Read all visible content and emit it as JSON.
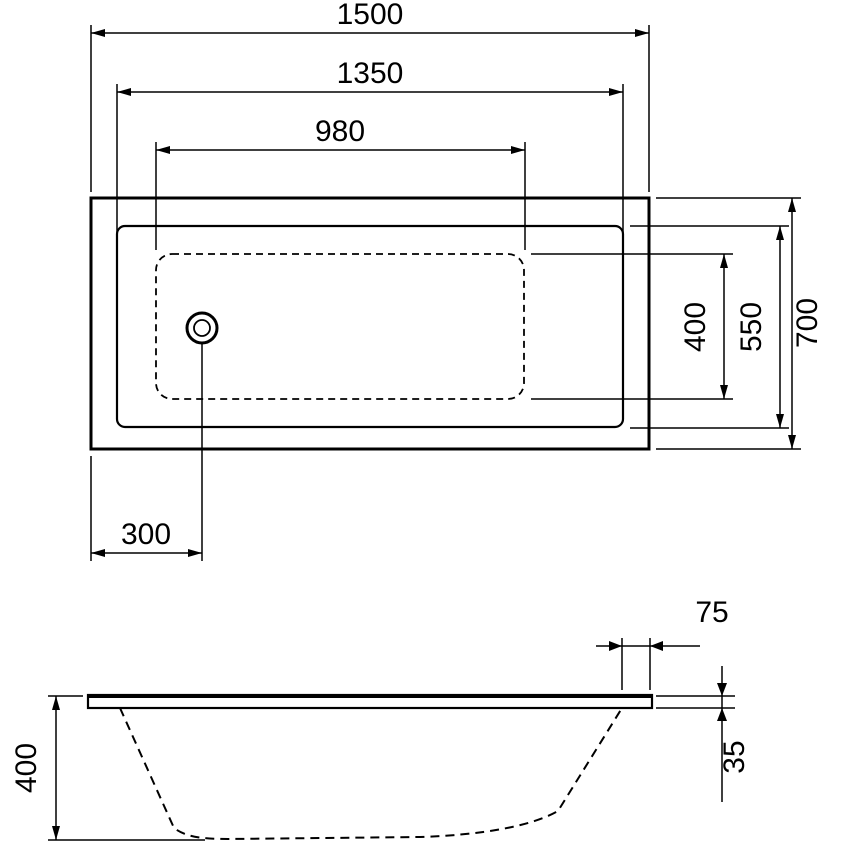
{
  "page": {
    "background": "#ffffff",
    "line_color": "#000000"
  },
  "drawing": {
    "type": "technical-drawing",
    "subject": "rectangular-bathtub",
    "views": {
      "top_view": {
        "dimensions": {
          "overall_length": "1500",
          "rim_inner_length": "1350",
          "basin_length": "980",
          "overall_width": "700",
          "rim_inner_width": "550",
          "basin_width": "400",
          "drain_offset": "300"
        }
      },
      "side_view": {
        "dimensions": {
          "depth": "400",
          "rim_edge_width": "75",
          "rim_thickness": "35"
        }
      }
    }
  }
}
